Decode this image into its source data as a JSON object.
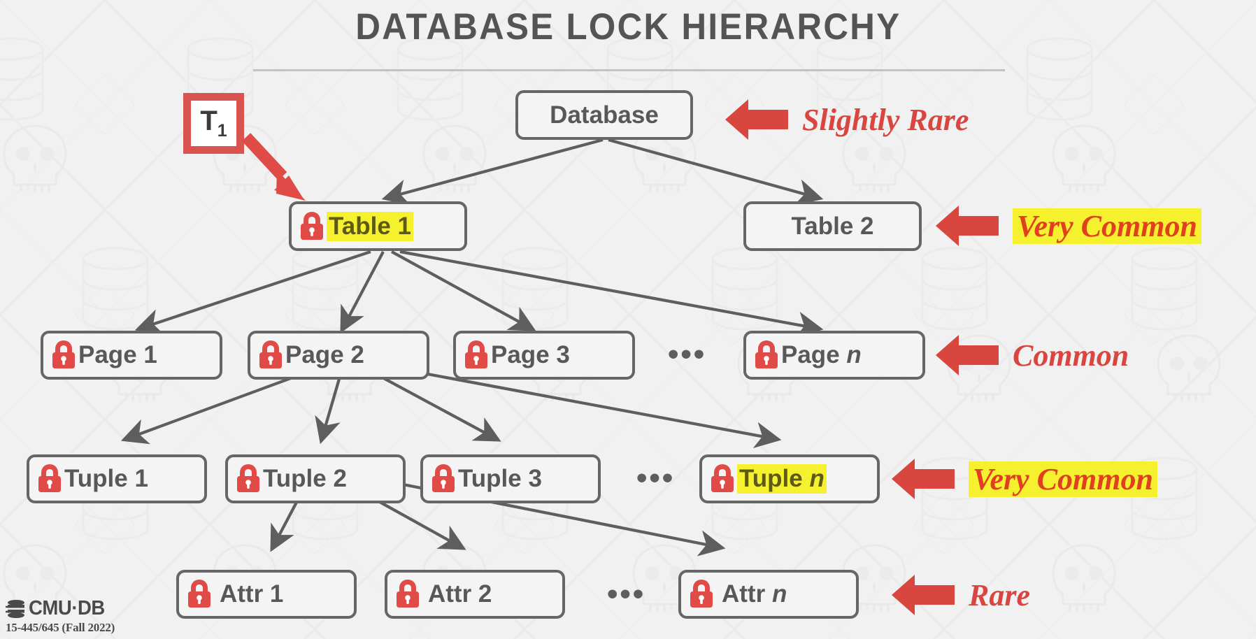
{
  "title": "DATABASE LOCK HIERARCHY",
  "transaction": {
    "name": "T",
    "subscript": "1"
  },
  "colors": {
    "background": "#f1f1f1",
    "node_border": "#666666",
    "node_fill": "#f4f4f4",
    "node_text": "#585858",
    "lock_red": "#e04b47",
    "annotation_red": "#d9453f",
    "highlight_yellow": "#f5f12e",
    "transaction_red": "#d9534f",
    "title_gray": "#545454"
  },
  "nodes": {
    "database": {
      "label": "Database",
      "lock": false,
      "highlight": false
    },
    "table1": {
      "label": "Table 1",
      "lock": true,
      "highlight": true
    },
    "table2": {
      "label": "Table 2",
      "lock": false,
      "highlight": false
    },
    "page1": {
      "label": "Page 1",
      "lock": true,
      "highlight": false
    },
    "page2": {
      "label": "Page 2",
      "lock": true,
      "highlight": false
    },
    "page3": {
      "label": "Page 3",
      "lock": true,
      "highlight": false
    },
    "pagen": {
      "label": "Page ",
      "italic_suffix": "n",
      "lock": true,
      "highlight": false
    },
    "tuple1": {
      "label": "Tuple 1",
      "lock": true,
      "highlight": false
    },
    "tuple2": {
      "label": "Tuple 2",
      "lock": true,
      "highlight": false
    },
    "tuple3": {
      "label": "Tuple 3",
      "lock": true,
      "highlight": false
    },
    "tuplen": {
      "label": "Tuple ",
      "italic_suffix": "n",
      "lock": true,
      "highlight": true
    },
    "attr1": {
      "label": "Attr 1",
      "lock": true,
      "highlight": false
    },
    "attr2": {
      "label": "Attr 2",
      "lock": true,
      "highlight": false
    },
    "attrn": {
      "label": "Attr ",
      "italic_suffix": "n",
      "lock": true,
      "highlight": false
    }
  },
  "annotations": {
    "database_level": {
      "text": "Slightly Rare",
      "highlight": false
    },
    "table_level": {
      "text": "Very Common",
      "highlight": true
    },
    "page_level": {
      "text": "Common",
      "highlight": false
    },
    "tuple_level": {
      "text": "Very Common",
      "highlight": true
    },
    "attr_level": {
      "text": "Rare",
      "highlight": false
    }
  },
  "ellipses": {
    "page_row": "•••",
    "tuple_row": "•••",
    "attr_row": "•••"
  },
  "footer": {
    "logo": "CMU·DB",
    "course": "15-445/645 (Fall 2022)"
  },
  "icons": {
    "lock": "padlock-icon",
    "db_cylinder": "database-cylinder-icon",
    "annotation_arrow": "left-arrow-icon",
    "transaction_arrow": "red-pointer-arrow-icon"
  }
}
